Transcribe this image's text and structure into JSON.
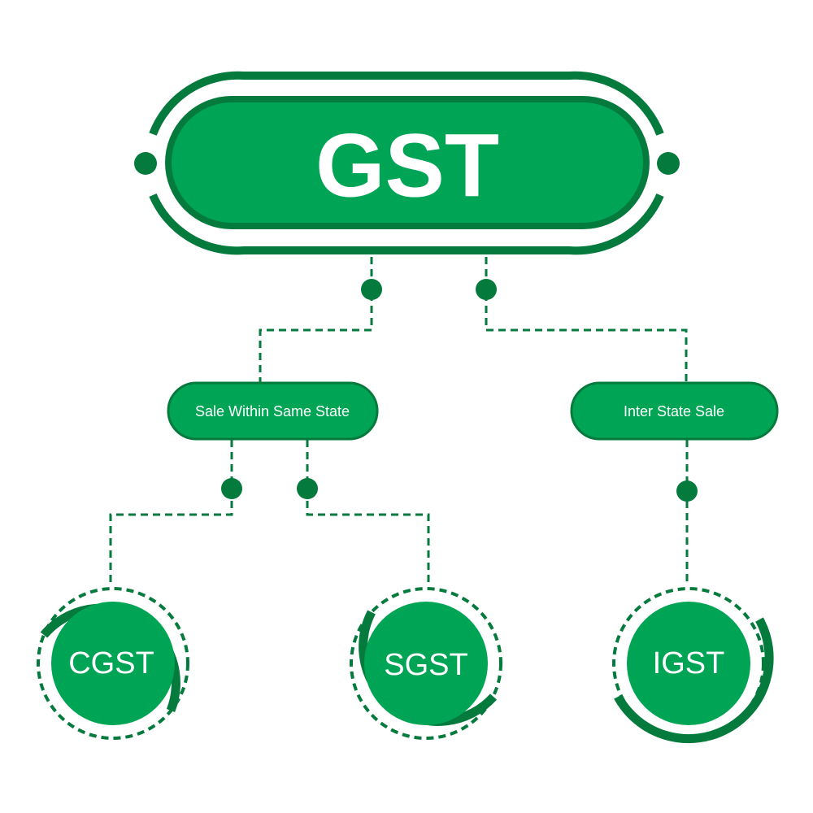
{
  "colors": {
    "primary": "#00A455",
    "dark": "#057A3D",
    "text": "#FFFFFF",
    "background": "#FFFFFF"
  },
  "root": {
    "label": "GST"
  },
  "categories": [
    {
      "id": "within_state",
      "label": "Sale Within Same State"
    },
    {
      "id": "inter_state",
      "label": "Inter State Sale"
    }
  ],
  "taxes": [
    {
      "id": "cgst",
      "label": "CGST",
      "parent": "within_state"
    },
    {
      "id": "sgst",
      "label": "SGST",
      "parent": "within_state"
    },
    {
      "id": "igst",
      "label": "IGST",
      "parent": "inter_state"
    }
  ]
}
